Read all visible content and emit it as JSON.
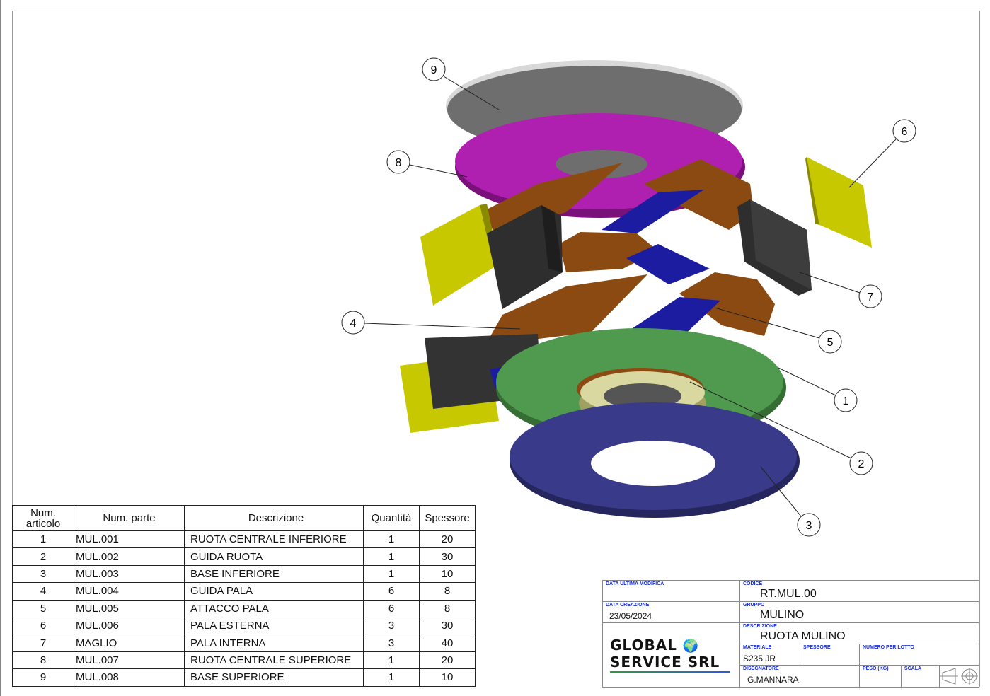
{
  "balloons": [
    "1",
    "2",
    "3",
    "4",
    "5",
    "6",
    "7",
    "8",
    "9"
  ],
  "bom": {
    "headers": {
      "item": "Num.\narticolo",
      "part": "Num. parte",
      "desc": "Descrizione",
      "qty": "Quantità",
      "thick": "Spessore"
    },
    "rows": [
      {
        "item": "1",
        "part": "MUL.001",
        "desc": "RUOTA CENTRALE INFERIORE",
        "qty": "1",
        "thick": "20"
      },
      {
        "item": "2",
        "part": "MUL.002",
        "desc": "GUIDA RUOTA",
        "qty": "1",
        "thick": "30"
      },
      {
        "item": "3",
        "part": "MUL.003",
        "desc": "BASE INFERIORE",
        "qty": "1",
        "thick": "10"
      },
      {
        "item": "4",
        "part": "MUL.004",
        "desc": "GUIDA PALA",
        "qty": "6",
        "thick": "8"
      },
      {
        "item": "5",
        "part": "MUL.005",
        "desc": "ATTACCO PALA",
        "qty": "6",
        "thick": "8"
      },
      {
        "item": "6",
        "part": "MUL.006",
        "desc": "PALA ESTERNA",
        "qty": "3",
        "thick": "30"
      },
      {
        "item": "7",
        "part": "MAGLIO",
        "desc": "PALA INTERNA",
        "qty": "3",
        "thick": "40"
      },
      {
        "item": "8",
        "part": "MUL.007",
        "desc": "RUOTA CENTRALE SUPERIORE",
        "qty": "1",
        "thick": "20"
      },
      {
        "item": "9",
        "part": "MUL.008",
        "desc": "BASE SUPERIORE",
        "qty": "1",
        "thick": "10"
      }
    ]
  },
  "title_block": {
    "data_ultima_modifica_label": "DATA ULTIMA MODIFICA",
    "data_creazione_label": "DATA CREAZIONE",
    "data_creazione": "23/05/2024",
    "codice_label": "CODICE",
    "codice": "RT.MUL.00",
    "gruppo_label": "GRUPPO",
    "gruppo": "MULINO",
    "descrizione_label": "DESCRIZIONE",
    "descrizione": "RUOTA MULINO",
    "materiale_label": "MATERIALE",
    "materiale": "S235 JR",
    "spessore_label": "SPESSORE",
    "numero_lotto_label": "NUMERO PER LOTTO",
    "disegnatore_label": "DISEGNATORE",
    "disegnatore": "G.MANNARA",
    "peso_label": "PESO (KG)",
    "scala_label": "SCALA",
    "company_line1": "GLOBAL",
    "company_line2": "SERVICE SRL"
  },
  "colors": {
    "grey_disc": "#6e6e6e",
    "magenta_disc": "#b020b0",
    "brown": "#8a4a12",
    "blue": "#1c1ca0",
    "yellow": "#c8c800",
    "dark": "#333333",
    "green": "#4f9a4f",
    "navy": "#3a3a8a",
    "label_blue": "#1a2fd0"
  }
}
